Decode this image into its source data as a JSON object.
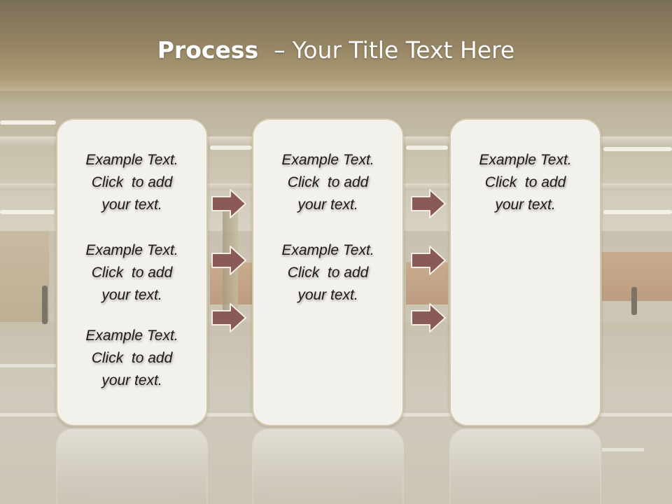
{
  "slide": {
    "title_bold": "Process",
    "title_dash": "–",
    "title_rest": "Your Title Text Here"
  },
  "columns": [
    {
      "blocks": [
        {
          "lines": [
            "Example Text.",
            "Click  to add",
            "your text."
          ]
        },
        {
          "lines": [
            "Example Text.",
            "Click  to add",
            "your text."
          ]
        },
        {
          "lines": [
            "Example Text.",
            "Click  to add",
            "your text."
          ]
        }
      ]
    },
    {
      "blocks": [
        {
          "lines": [
            "Example Text.",
            "Click  to add",
            "your text."
          ]
        },
        {
          "lines": [
            "Example Text.",
            "Click  to add",
            "your text."
          ]
        }
      ]
    },
    {
      "blocks": [
        {
          "lines": [
            "Example Text.",
            "Click  to add",
            "your text."
          ]
        }
      ]
    }
  ],
  "arrow_icon": "right-arrow-icon",
  "colors": {
    "title_band": "#968664",
    "panel_fill": "#f3f1ec",
    "panel_border": "#d5c8aa",
    "arrow_fill": "#8a5a56",
    "arrow_stroke": "#f2ece6",
    "text": "#1f1a14"
  }
}
